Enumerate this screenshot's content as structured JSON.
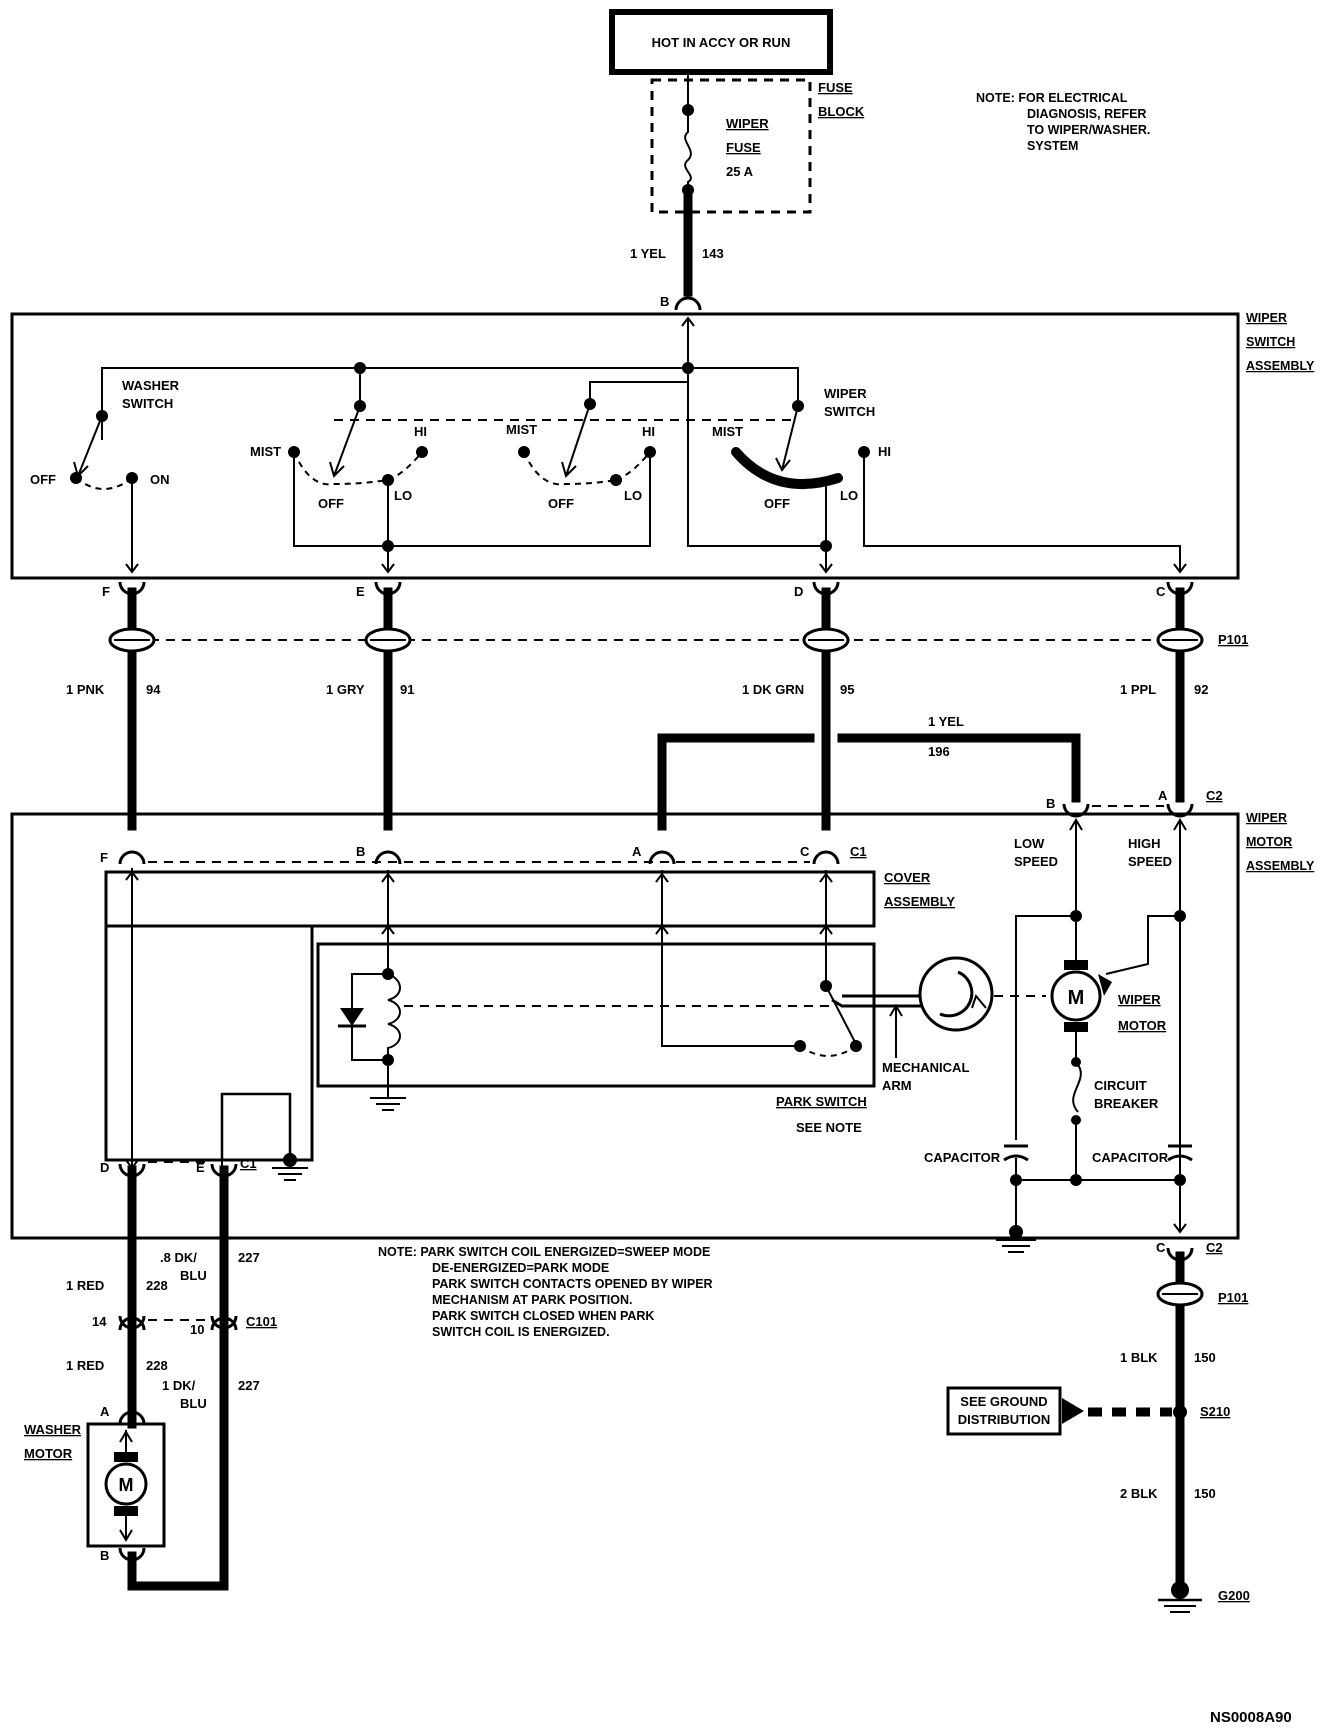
{
  "header": {
    "power_label": "HOT IN ACCY OR RUN",
    "fuse_block_label": [
      "FUSE",
      "BLOCK"
    ],
    "fuse_name": [
      "WIPER",
      "FUSE"
    ],
    "fuse_rating": "25 A"
  },
  "note_top": [
    "NOTE: FOR ELECTRICAL",
    "DIAGNOSIS, REFER",
    "TO WIPER/WASHER.",
    "SYSTEM"
  ],
  "wire_feed": {
    "color": "1 YEL",
    "circuit": "143",
    "pin": "B"
  },
  "wiper_switch_assembly": {
    "title": [
      "WIPER",
      "SWITCH",
      "ASSEMBLY"
    ],
    "washer_switch": {
      "label": [
        "WASHER",
        "SWITCH"
      ],
      "off": "OFF",
      "on": "ON"
    },
    "wiper_switch_label": [
      "WIPER",
      "SWITCH"
    ],
    "positions": {
      "mist": "MIST",
      "hi": "HI",
      "lo": "LO",
      "off": "OFF"
    },
    "pins": [
      "F",
      "E",
      "D",
      "C"
    ]
  },
  "p101_label": "P101",
  "wires_mid": [
    {
      "color": "1 PNK",
      "circuit": "94"
    },
    {
      "color": "1 GRY",
      "circuit": "91"
    },
    {
      "color": "1 DK GRN",
      "circuit": "95"
    },
    {
      "color": "1 PPL",
      "circuit": "92"
    }
  ],
  "wire_park": {
    "color": "1 YEL",
    "circuit": "196"
  },
  "c2_label": "C2",
  "c1_label": "C1",
  "c2_pins": {
    "b": "B",
    "a": "A",
    "c": "C"
  },
  "motor_assembly": {
    "title": [
      "WIPER",
      "MOTOR",
      "ASSEMBLY"
    ],
    "cover_assembly": [
      "COVER",
      "ASSEMBLY"
    ],
    "c1_pins": {
      "f": "F",
      "b": "B",
      "a": "A",
      "c": "C",
      "d": "D",
      "e": "E"
    },
    "park_switch": "PARK SWITCH",
    "see_note": "SEE NOTE",
    "mechanical_arm": [
      "MECHANICAL",
      "ARM"
    ],
    "low_speed": [
      "LOW",
      "SPEED"
    ],
    "high_speed": [
      "HIGH",
      "SPEED"
    ],
    "wiper_motor": [
      "WIPER",
      "MOTOR"
    ],
    "circuit_breaker": [
      "CIRCUIT",
      "BREAKER"
    ],
    "capacitor": "CAPACITOR",
    "motor_symbol": "M"
  },
  "note_park": [
    "NOTE: PARK SWITCH COIL ENERGIZED=SWEEP MODE",
    "DE-ENERGIZED=PARK MODE",
    "PARK SWITCH CONTACTS OPENED BY WIPER",
    "MECHANISM AT PARK POSITION.",
    "PARK SWITCH CLOSED WHEN PARK",
    "SWITCH COIL IS ENERGIZED."
  ],
  "washer_circuit": {
    "wire_a_top": {
      "color": "1 RED",
      "circuit": "228"
    },
    "wire_b_top": {
      "color": [
        ".8 DK/",
        "BLU"
      ],
      "circuit": "227"
    },
    "c101": {
      "label": "C101",
      "pin_a": "14",
      "pin_b": "10"
    },
    "wire_a_bot": {
      "color": "1 RED",
      "circuit": "228"
    },
    "wire_b_bot": {
      "color": [
        "1 DK/",
        "BLU"
      ],
      "circuit": "227"
    },
    "washer_motor": [
      "WASHER",
      "MOTOR"
    ],
    "pin_a": "A",
    "pin_b": "B",
    "motor_symbol": "M"
  },
  "ground_circuit": {
    "wire_1": {
      "color": "1 BLK",
      "circuit": "150"
    },
    "splice": "S210",
    "see_ground": [
      "SEE GROUND",
      "DISTRIBUTION"
    ],
    "wire_2": {
      "color": "2 BLK",
      "circuit": "150"
    },
    "ground": "G200"
  },
  "figure_id": "NS0008A90"
}
